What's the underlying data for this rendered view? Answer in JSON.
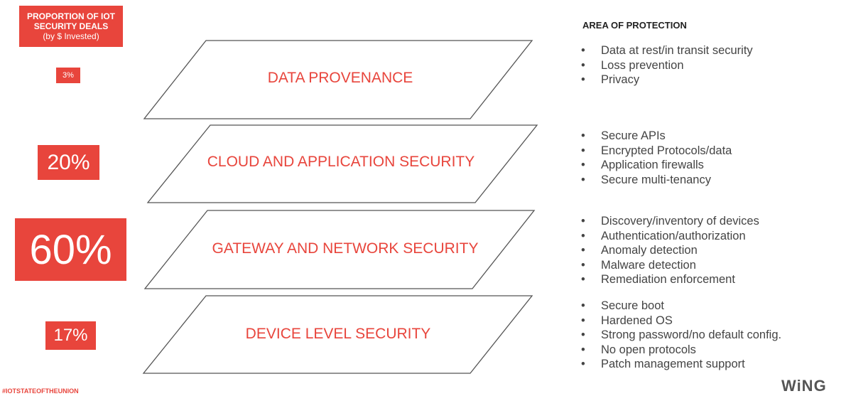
{
  "header": {
    "line1": "PROPORTION OF IOT",
    "line2": "SECURITY DEALS",
    "line3": "(by $ Invested)"
  },
  "area_title": "AREA OF PROTECTION",
  "layers": [
    {
      "percent": "3%",
      "label": "DATA PROVENANCE",
      "bullets": [
        "Data at rest/in transit security",
        "Loss prevention",
        "Privacy"
      ]
    },
    {
      "percent": "20%",
      "label": "CLOUD AND APPLICATION SECURITY",
      "bullets": [
        "Secure APIs",
        "Encrypted Protocols/data",
        "Application firewalls",
        "Secure multi-tenancy"
      ]
    },
    {
      "percent": "60%",
      "label": "GATEWAY AND NETWORK SECURITY",
      "bullets": [
        "Discovery/inventory of devices",
        "Authentication/authorization",
        "Anomaly detection",
        "Malware detection",
        "Remediation enforcement"
      ]
    },
    {
      "percent": "17%",
      "label": "DEVICE LEVEL SECURITY",
      "bullets": [
        "Secure boot",
        "Hardened OS",
        "Strong password/no default config.",
        "No open protocols",
        "Patch management support"
      ]
    }
  ],
  "bullet_char": "•",
  "hashtag": "#IOTSTATEOFTHEUNION",
  "logo": "WiNG",
  "colors": {
    "accent": "#e8453c",
    "outline": "#555555",
    "text": "#444444"
  }
}
